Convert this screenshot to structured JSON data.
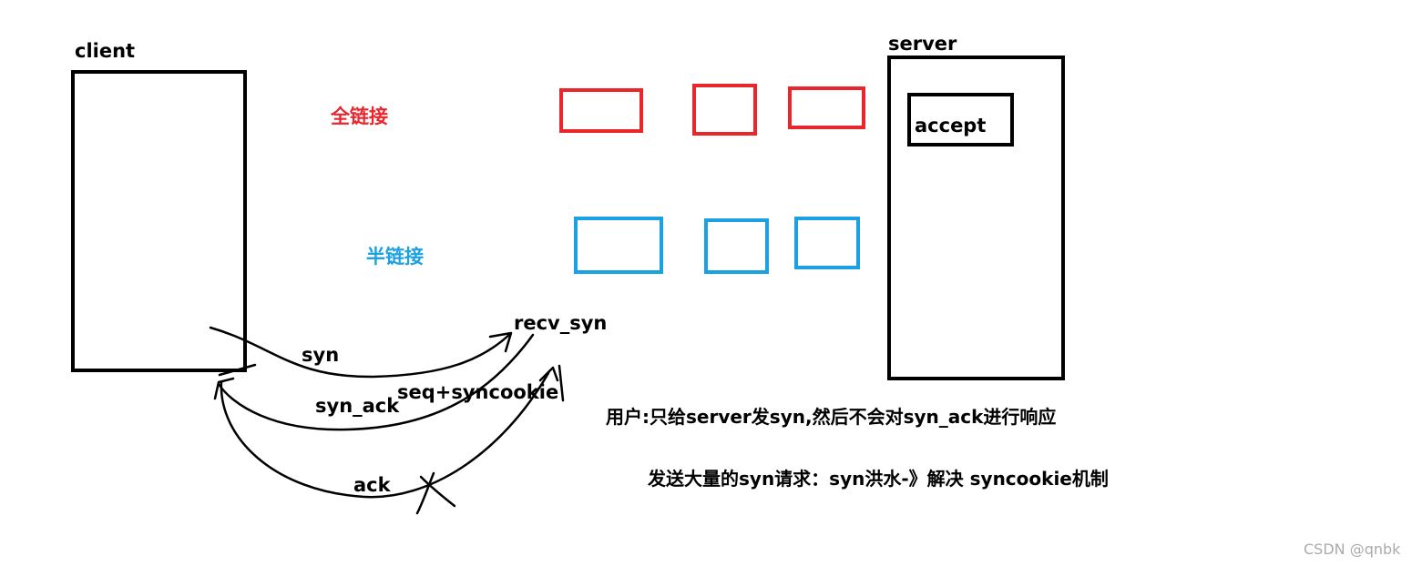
{
  "client": {
    "label": "client"
  },
  "server": {
    "label": "server",
    "inner_label": "accept"
  },
  "queues": {
    "full": {
      "label": "全链接",
      "color": "#e8262c"
    },
    "half": {
      "label": "半链接",
      "color": "#1ba1e2"
    }
  },
  "arrows": {
    "syn": "syn",
    "recv": "recv_syn",
    "syn_ack": "syn_ack",
    "seq": "seq+syncookie",
    "ack": "ack"
  },
  "notes": {
    "line1": "用户:只给server发syn,然后不会对syn_ack进行响应",
    "line2": "发送大量的syn请求：syn洪水-》解决 syncookie机制"
  },
  "watermark": "CSDN @qnbk"
}
